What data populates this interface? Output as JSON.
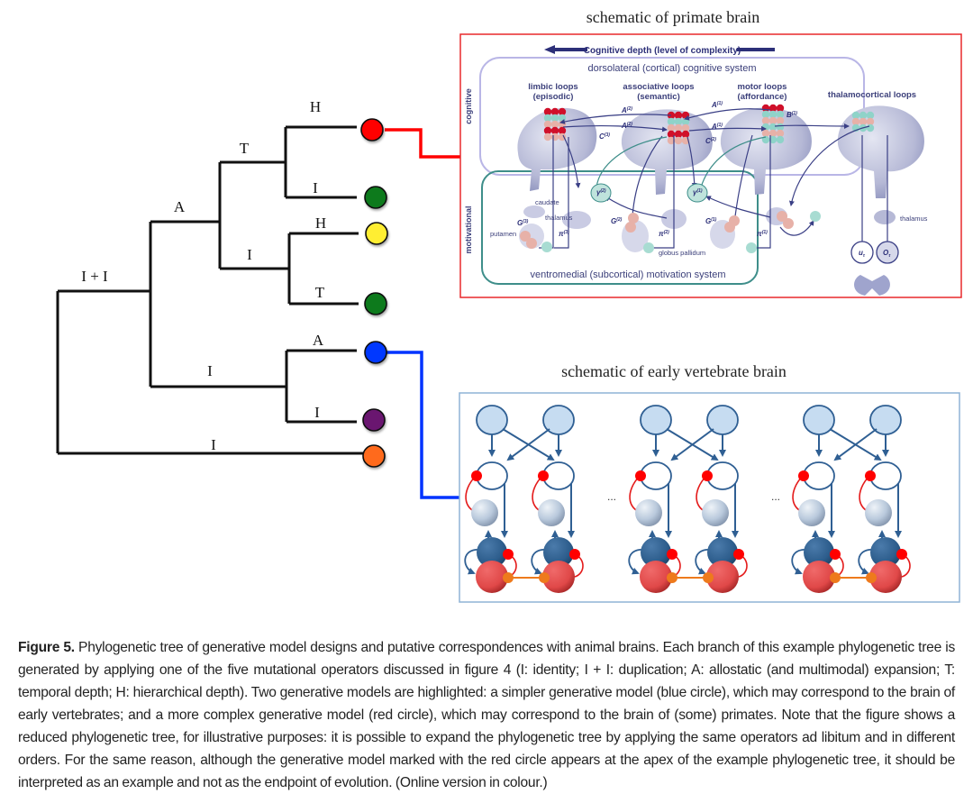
{
  "tree": {
    "branch_labels": {
      "root": "I + I",
      "upper": "A",
      "lower": "I",
      "orange": "I",
      "upper_T": "T",
      "upper_I": "I",
      "red": "H",
      "green1": "I",
      "yellow": "H",
      "green2": "T",
      "blue": "A",
      "purple": "I"
    },
    "leaves": [
      {
        "id": "red",
        "color": "#ff0000",
        "highlighted": true
      },
      {
        "id": "green1",
        "color": "#0a7a1e"
      },
      {
        "id": "yellow",
        "color": "#ffee33"
      },
      {
        "id": "green2",
        "color": "#0a7a1e"
      },
      {
        "id": "blue",
        "color": "#0037ff",
        "highlighted": true
      },
      {
        "id": "purple",
        "color": "#6b1470"
      },
      {
        "id": "orange",
        "color": "#ff6a1a"
      }
    ],
    "connector_colors": {
      "primate": "#ff0000",
      "vertebrate": "#0033ff"
    }
  },
  "primate": {
    "title": "schematic of primate brain",
    "border_color": "#e8282b",
    "depth_arrow_label": "Cognitive depth (level of complexity)",
    "cognitive_system_label": "dorsolateral (cortical) cognitive system",
    "motivation_system_label": "ventromedial (subcortical) motivation system",
    "side_label_cognitive": "cognitive",
    "side_label_motivational": "motivational",
    "loops": [
      {
        "name": "limbic loops",
        "sub": "(episodic)"
      },
      {
        "name": "associative loops",
        "sub": "(semantic)"
      },
      {
        "name": "motor loops",
        "sub": "(affordance)"
      },
      {
        "name": "thalamocortical loops",
        "sub": ""
      }
    ],
    "symbols": {
      "A2a": "A",
      "A2a_sup": "(2)",
      "A2b": "A",
      "A2b_sup": "(2)",
      "A1a": "A",
      "A1a_sup": "(1)",
      "A1b": "A",
      "A1b_sup": "(1)",
      "B1": "B",
      "B1_sup": "(1)",
      "C3": "C",
      "C3_sup": "(3)",
      "C2": "C",
      "C2_sup": "(2)",
      "gamma2": "γ",
      "gamma2_sup": "(2)",
      "gamma_sub": "τ",
      "gamma1": "γ",
      "gamma1_sup": "(1)",
      "G3": "G",
      "G3_sup": "(3)",
      "G2": "G",
      "G2_sup": "(2)",
      "G1": "G",
      "G1_sup": "(1)",
      "G_sub": "π",
      "pi3": "π",
      "pi3_sup": "(3)",
      "pi2": "π",
      "pi2_sup": "(2)",
      "pi1": "π",
      "pi1_sup": "(1)",
      "u": "u",
      "u_sub": "τ",
      "o": "O",
      "o_sub": "τ"
    },
    "structures": {
      "caudate": "caudate",
      "thalamus_left": "thalamus",
      "putamen": "putamen",
      "globus_pallidum": "globus pallidum",
      "thalamus_right": "thalamus"
    }
  },
  "vertebrate": {
    "title": "schematic of early vertebrate brain",
    "border_color": "#8fb3d6",
    "ellipsis": "...",
    "module_count": 3
  },
  "caption": {
    "label": "Figure 5.",
    "text": " Phylogenetic tree of generative model designs and putative correspondences with animal brains. Each branch of this example phylogenetic tree is generated by applying one of the five mutational operators discussed in figure 4 (I: identity; I + I: duplication; A: allostatic (and multimodal) expansion; T: temporal depth; H: hierarchical depth). Two generative models are highlighted: a simpler generative model (blue circle), which may correspond to the brain of early vertebrates; and a more complex generative model (red circle), which may correspond to the brain of (some) primates. Note that the figure shows a reduced phylogenetic tree, for illustrative purposes: it is possible to expand the phylogenetic tree by applying the same operators ad libitum and in different orders. For the same reason, although the generative model marked with the red circle appears at the apex of the example phylogenetic tree, it should be interpreted as an example and not as the endpoint of evolution. (Online version in colour.)"
  }
}
